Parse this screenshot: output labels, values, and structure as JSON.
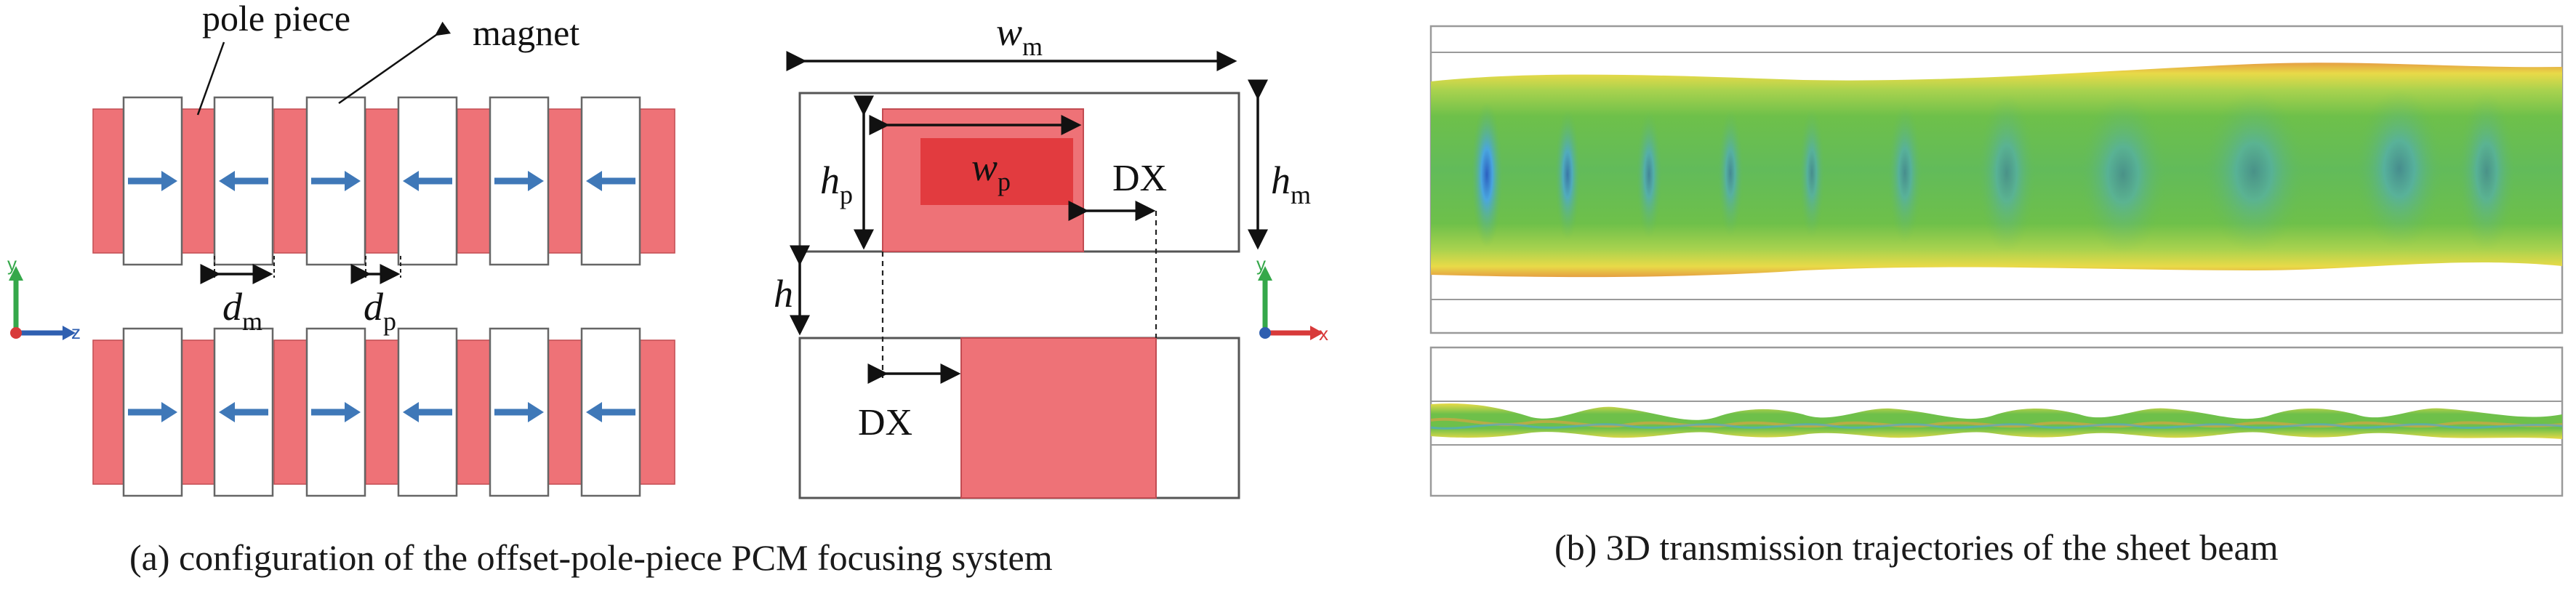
{
  "panel_a": {
    "caption": "(a) configuration of the offset-pole-piece PCM focusing system",
    "labels": {
      "pole_piece": "pole piece",
      "magnet": "magnet",
      "d": "d",
      "m_sub": "m",
      "p_sub": "p",
      "w": "w",
      "h": "h",
      "DX": "DX"
    },
    "axes_left": {
      "y": "y",
      "z": "z"
    },
    "axes_right": {
      "y": "y",
      "x": "x"
    }
  },
  "panel_b": {
    "caption": "(b) 3D transmission trajectories of the sheet beam"
  },
  "colors": {
    "pole": "#ee7277",
    "pole_dark": "#e23b3f",
    "arrow": "#3f78b8",
    "beam_green": "#6ec04a",
    "beam_yellow": "#e6e24a",
    "beam_orange": "#e49a3a",
    "beam_blue": "#57b8e0"
  }
}
